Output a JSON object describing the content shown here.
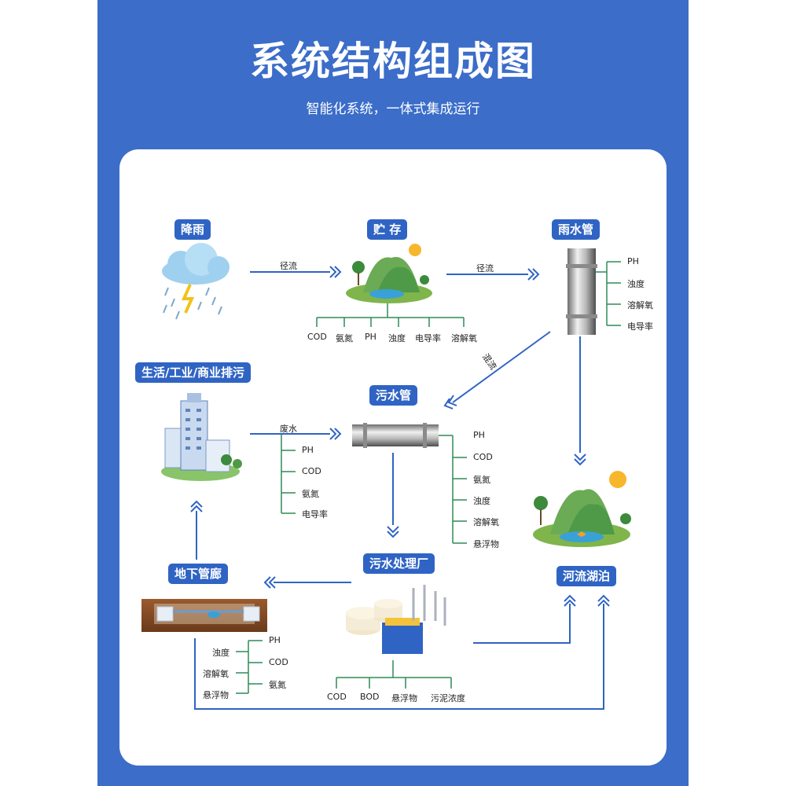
{
  "header": {
    "title": "系统结构组成图",
    "subtitle": "智能化系统，一体式集成运行"
  },
  "nodes": {
    "rain": "降雨",
    "storage": "贮 存",
    "rain_pipe": "雨水管",
    "discharge": "生活/工业/商业排污",
    "sewage_pipe": "污水管",
    "underground": "地下管廊",
    "plant": "污水处理厂",
    "river": "河流湖泊"
  },
  "flows": {
    "runoff_1": "径流",
    "runoff_2": "径流",
    "mixed": "混流",
    "wastewater": "废水"
  },
  "params": {
    "storage": [
      "COD",
      "氨氮",
      "PH",
      "浊度",
      "电导率",
      "溶解氧"
    ],
    "rain_pipe": [
      "PH",
      "浊度",
      "溶解氧",
      "电导率"
    ],
    "wastewater": [
      "PH",
      "COD",
      "氨氮",
      "电导率"
    ],
    "sewage_pipe": [
      "PH",
      "COD",
      "氨氮",
      "浊度",
      "溶解氧",
      "悬浮物"
    ],
    "underground_left": [
      "浊度",
      "溶解氧",
      "悬浮物"
    ],
    "underground_right": [
      "PH",
      "COD",
      "氨氮"
    ],
    "plant": [
      "COD",
      "BOD",
      "悬浮物",
      "污泥浓度"
    ]
  },
  "colors": {
    "background": "#3b6dc9",
    "label": "#2f64c4",
    "line": "#2f64c4",
    "grass": "#7fb54b",
    "water": "#3aa0d8"
  }
}
